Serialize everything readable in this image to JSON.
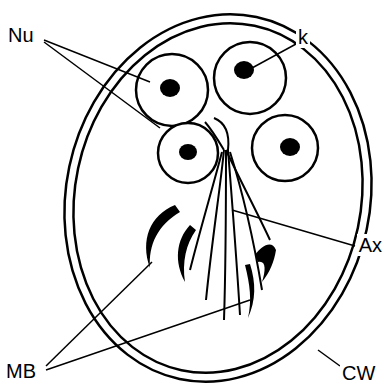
{
  "diagram": {
    "labels": [
      "Nu",
      "k",
      "Ax",
      "MB",
      "CW"
    ]
  }
}
